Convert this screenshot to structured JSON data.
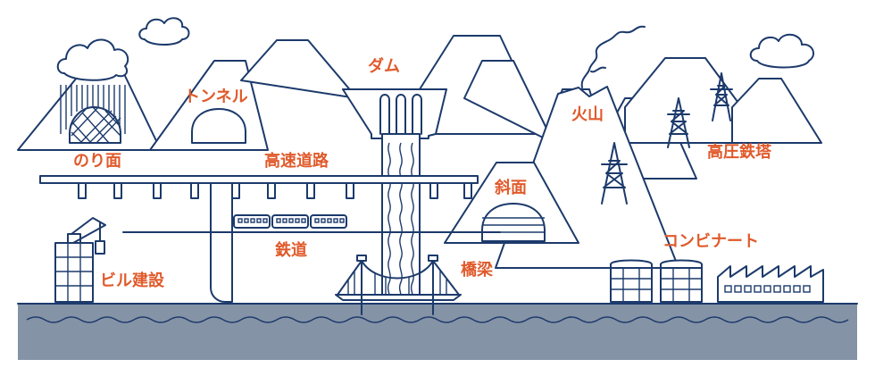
{
  "labels": {
    "nori_men": "のり面",
    "tunnel": "トンネル",
    "dam": "ダム",
    "kazan": "火山",
    "koatsu_tetto": "高圧鉄塔",
    "kosoku_doro": "高速道路",
    "shamen": "斜面",
    "tetsudo": "鉄道",
    "kyoryo": "橋梁",
    "biru_kensetsu": "ビル建設",
    "kombinat": "コンビナート"
  },
  "colors": {
    "line": "#1c3a6b",
    "label": "#e05a2b",
    "water": "#8593a6",
    "background": "#ffffff"
  }
}
